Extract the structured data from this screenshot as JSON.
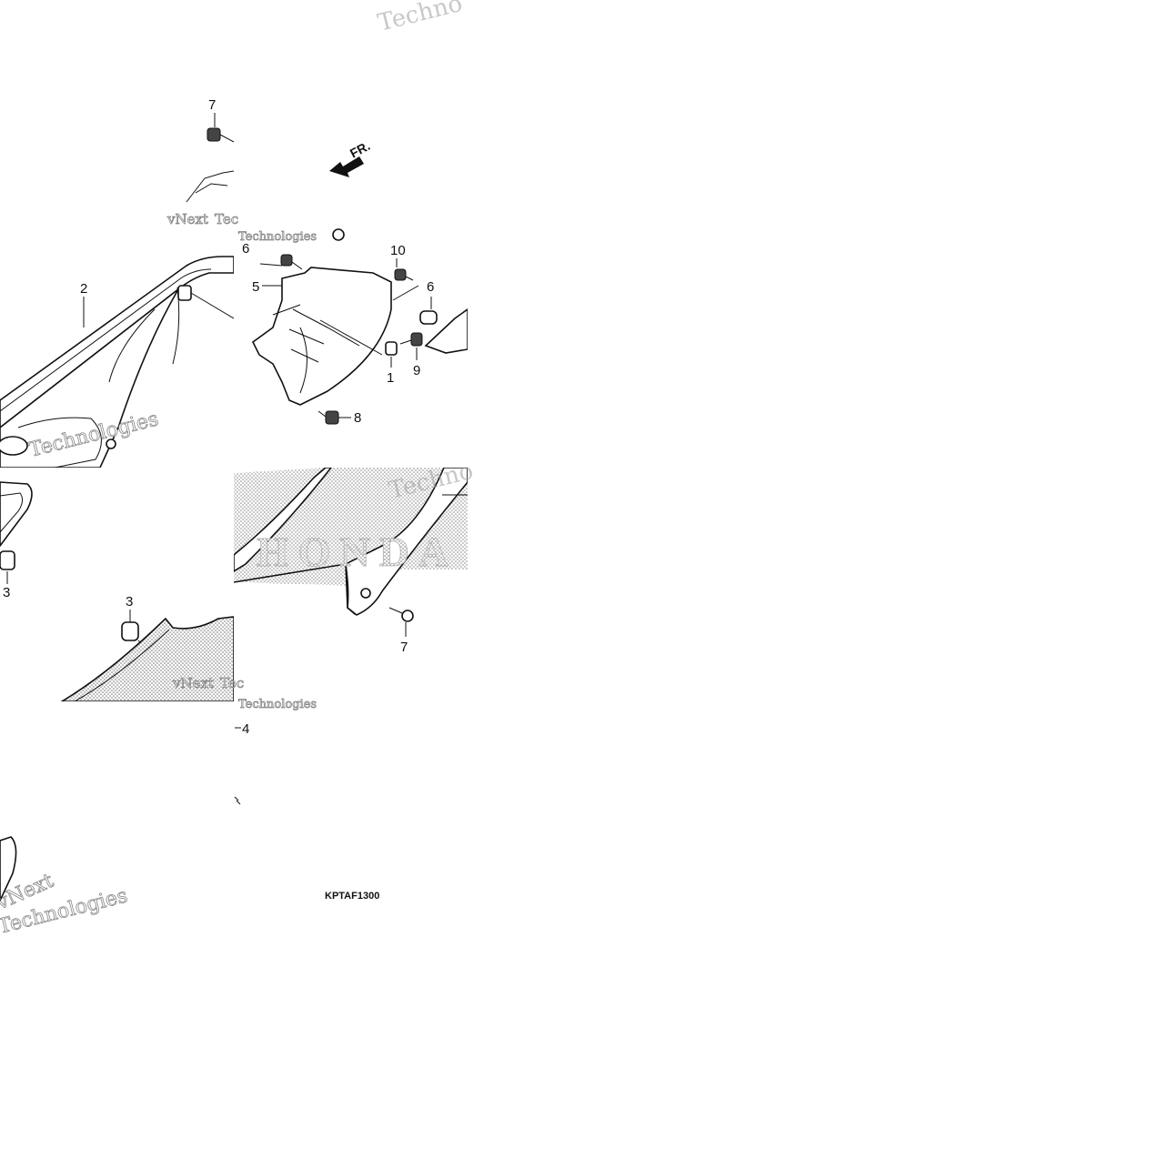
{
  "diagram": {
    "drawing_code": "KPTAF1300",
    "direction_label": "FR.",
    "brand_marking": "HONDA",
    "callouts": [
      {
        "id": "callout-7-top",
        "text": "7"
      },
      {
        "id": "callout-2",
        "text": "2"
      },
      {
        "id": "callout-6-left",
        "text": "6"
      },
      {
        "id": "callout-5",
        "text": "5"
      },
      {
        "id": "callout-10",
        "text": "10"
      },
      {
        "id": "callout-6-right",
        "text": "6"
      },
      {
        "id": "callout-1",
        "text": "1"
      },
      {
        "id": "callout-9",
        "text": "9"
      },
      {
        "id": "callout-8",
        "text": "8"
      },
      {
        "id": "callout-3-left",
        "text": "3"
      },
      {
        "id": "callout-3-center",
        "text": "3"
      },
      {
        "id": "callout-7-bottom",
        "text": "7"
      },
      {
        "id": "callout-4",
        "text": "4"
      }
    ],
    "watermarks": {
      "brand_a": "vNext",
      "brand_b": "Technologies",
      "fragment_a": "Techno",
      "fragment_b": "Tec"
    }
  }
}
